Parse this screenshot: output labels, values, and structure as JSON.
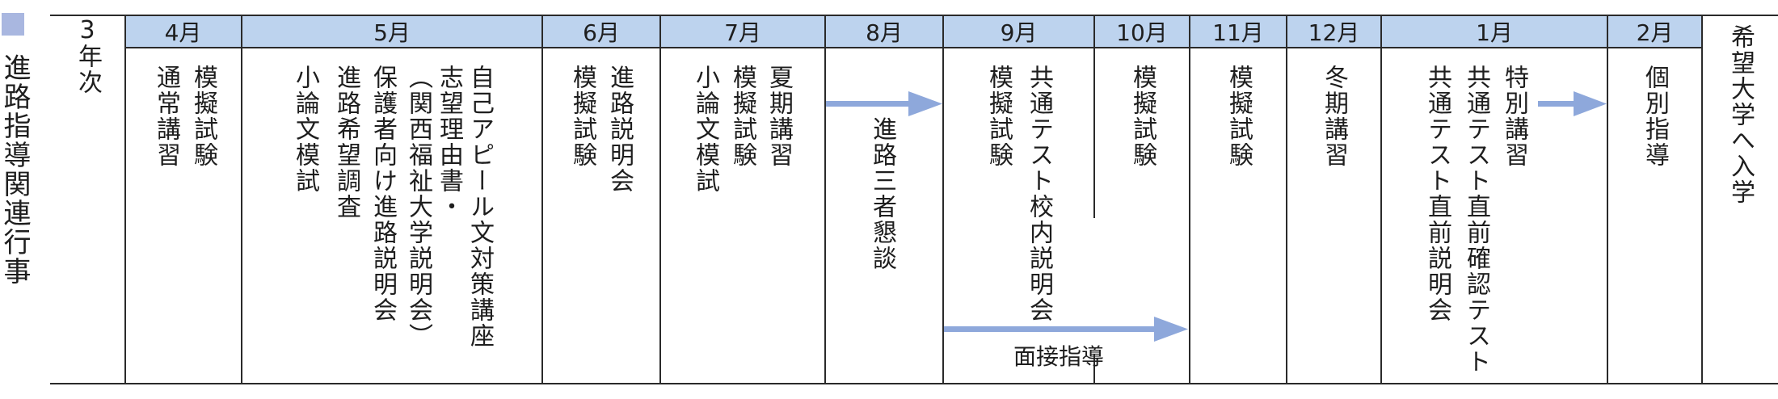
{
  "side_title": "進路指導関連行事",
  "year": {
    "num": "3",
    "label": "年次"
  },
  "months": [
    "4月",
    "5月",
    "6月",
    "7月",
    "8月",
    "9月",
    "10月",
    "11月",
    "12月",
    "1月",
    "2月"
  ],
  "colors": {
    "header": "#bdd3ee",
    "arrow": "#8ea8db",
    "side_marker": "#a9b7e0"
  },
  "events": {
    "apr": [
      "模擬試験",
      "通常講習"
    ],
    "may": [
      "自己アピール文対策講座",
      "志望理由書・",
      "（関西福祉大学説明会）",
      "保護者向け進路説明会",
      "進路希望調査",
      "小論文模試"
    ],
    "jun": [
      "進路説明会",
      "模擬試験"
    ],
    "jul": [
      "夏期講習",
      "模擬試験",
      "小論文模試"
    ],
    "aug": [
      "進路三者懇談"
    ],
    "sep": [
      "共通テスト校内説明会",
      "模擬試験"
    ],
    "oct": [
      "模擬試験"
    ],
    "nov": [
      "模擬試験"
    ],
    "dec": [
      "冬期講習"
    ],
    "jan": [
      "特別講習",
      "共通テスト直前確認テスト",
      "共通テスト直前説明会"
    ],
    "feb": [
      "個別指導"
    ],
    "final": [
      "希望大学へ入学"
    ],
    "interview": "面接指導"
  }
}
